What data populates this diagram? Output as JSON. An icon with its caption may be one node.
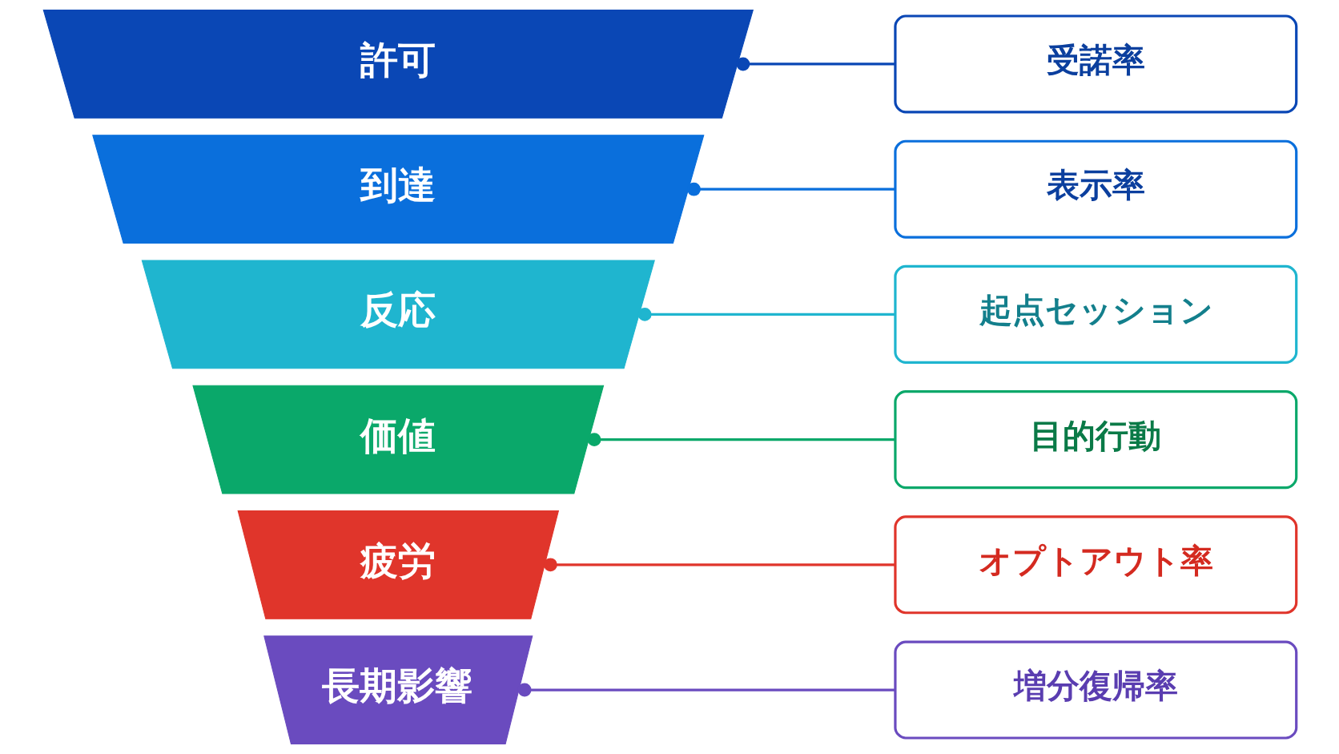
{
  "diagram": {
    "nodes": [
      {
        "text": [
          "許可"
        ]
      },
      {
        "text": [
          "受諾率"
        ]
      },
      {
        "text": [
          "到達"
        ]
      },
      {
        "text": [
          "表示率"
        ]
      },
      {
        "text": [
          "反応"
        ]
      },
      {
        "text": [
          "起点セッション"
        ]
      },
      {
        "text": [
          "価値"
        ]
      },
      {
        "text": [
          "目的行動"
        ]
      },
      {
        "text": [
          "疲労"
        ]
      },
      {
        "text": [
          "オプトアウト率"
        ]
      },
      {
        "text": [
          "長期影響"
        ]
      },
      {
        "text": [
          "増分復帰率"
        ]
      }
    ],
    "edges": [
      {
        "from": 0,
        "to": 1,
        "arrow": "other",
        "color": "#0a47b5"
      },
      {
        "from": 2,
        "to": 3,
        "arrow": "other",
        "color": "#0a6fdc"
      },
      {
        "from": 4,
        "to": 5,
        "arrow": "other",
        "color": "#1fb5cf"
      },
      {
        "from": 6,
        "to": 7,
        "arrow": "other",
        "color": "#0aa86a"
      },
      {
        "from": 8,
        "to": 9,
        "arrow": "other",
        "color": "#e0352b"
      },
      {
        "from": 10,
        "to": 11,
        "arrow": "other",
        "color": "#6a4bbf"
      }
    ]
  }
}
